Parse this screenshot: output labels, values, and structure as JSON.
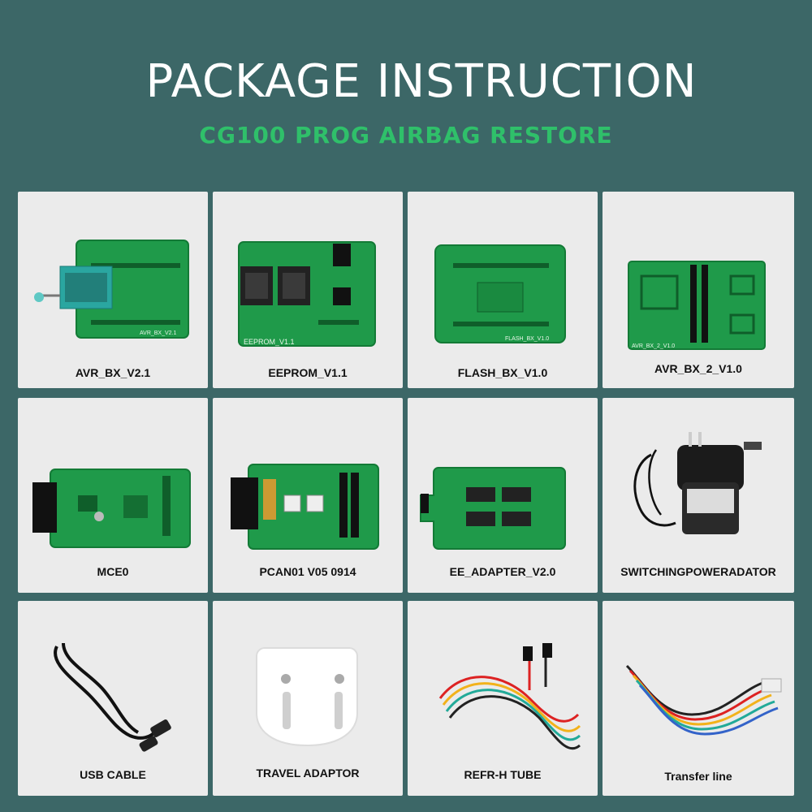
{
  "header": {
    "title": "PACKAGE INSTRUCTION",
    "subtitle": "CG100 PROG AIRBAG RESTORE"
  },
  "items": [
    {
      "label": "AVR_BX_V2.1",
      "silk": "AVR_BX_V2.1",
      "icon": "avr-bx-board-icon"
    },
    {
      "label": "EEPROM_V1.1",
      "silk": "EEPROM_V1.1",
      "icon": "eeprom-board-icon"
    },
    {
      "label": "FLASH_BX_V1.0",
      "silk": "FLASH_BX_V1.0",
      "icon": "flash-bx-board-icon"
    },
    {
      "label": "AVR_BX_2_V1.0",
      "silk": "AVR_BX_2_V1.0",
      "icon": "avr-bx-2-board-icon"
    },
    {
      "label": "MCE0",
      "icon": "mce0-board-icon"
    },
    {
      "label": "PCAN01 V05 0914",
      "icon": "pcan01-board-icon"
    },
    {
      "label": "EE_ADAPTER_V2.0",
      "icon": "ee-adapter-board-icon"
    },
    {
      "label": "SWITCHINGPOWERADATOR",
      "icon": "power-adapter-icon"
    },
    {
      "label": "USB CABLE",
      "icon": "usb-cable-icon"
    },
    {
      "label": "TRAVEL ADAPTOR",
      "icon": "travel-adaptor-icon"
    },
    {
      "label": "REFR-H TUBE",
      "icon": "wire-harness-icon"
    },
    {
      "label": "Transfer line",
      "icon": "transfer-line-icon"
    }
  ],
  "colors": {
    "background": "#3c6767",
    "subtitle": "#2fc06a",
    "card": "#ebebeb",
    "pcb": "#1f9a4a"
  }
}
